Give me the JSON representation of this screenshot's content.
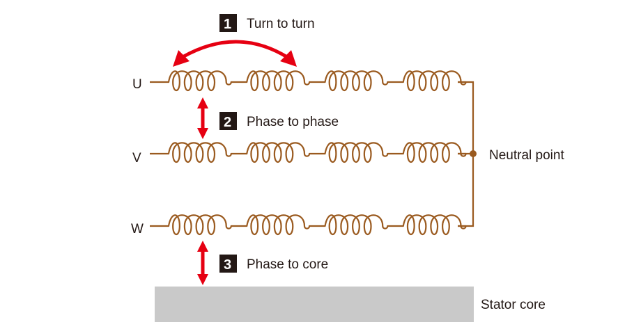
{
  "phases": [
    {
      "label": "U"
    },
    {
      "label": "V"
    },
    {
      "label": "W"
    }
  ],
  "neutral_label": "Neutral point",
  "stator_label": "Stator core",
  "annotations": [
    {
      "number": "1",
      "text": "Turn to turn"
    },
    {
      "number": "2",
      "text": "Phase to phase"
    },
    {
      "number": "3",
      "text": "Phase to core"
    }
  ],
  "colors": {
    "wire": "#9a5a1f",
    "arrow": "#e60012",
    "badge": "#231815",
    "stator": "#c9c9c9"
  }
}
